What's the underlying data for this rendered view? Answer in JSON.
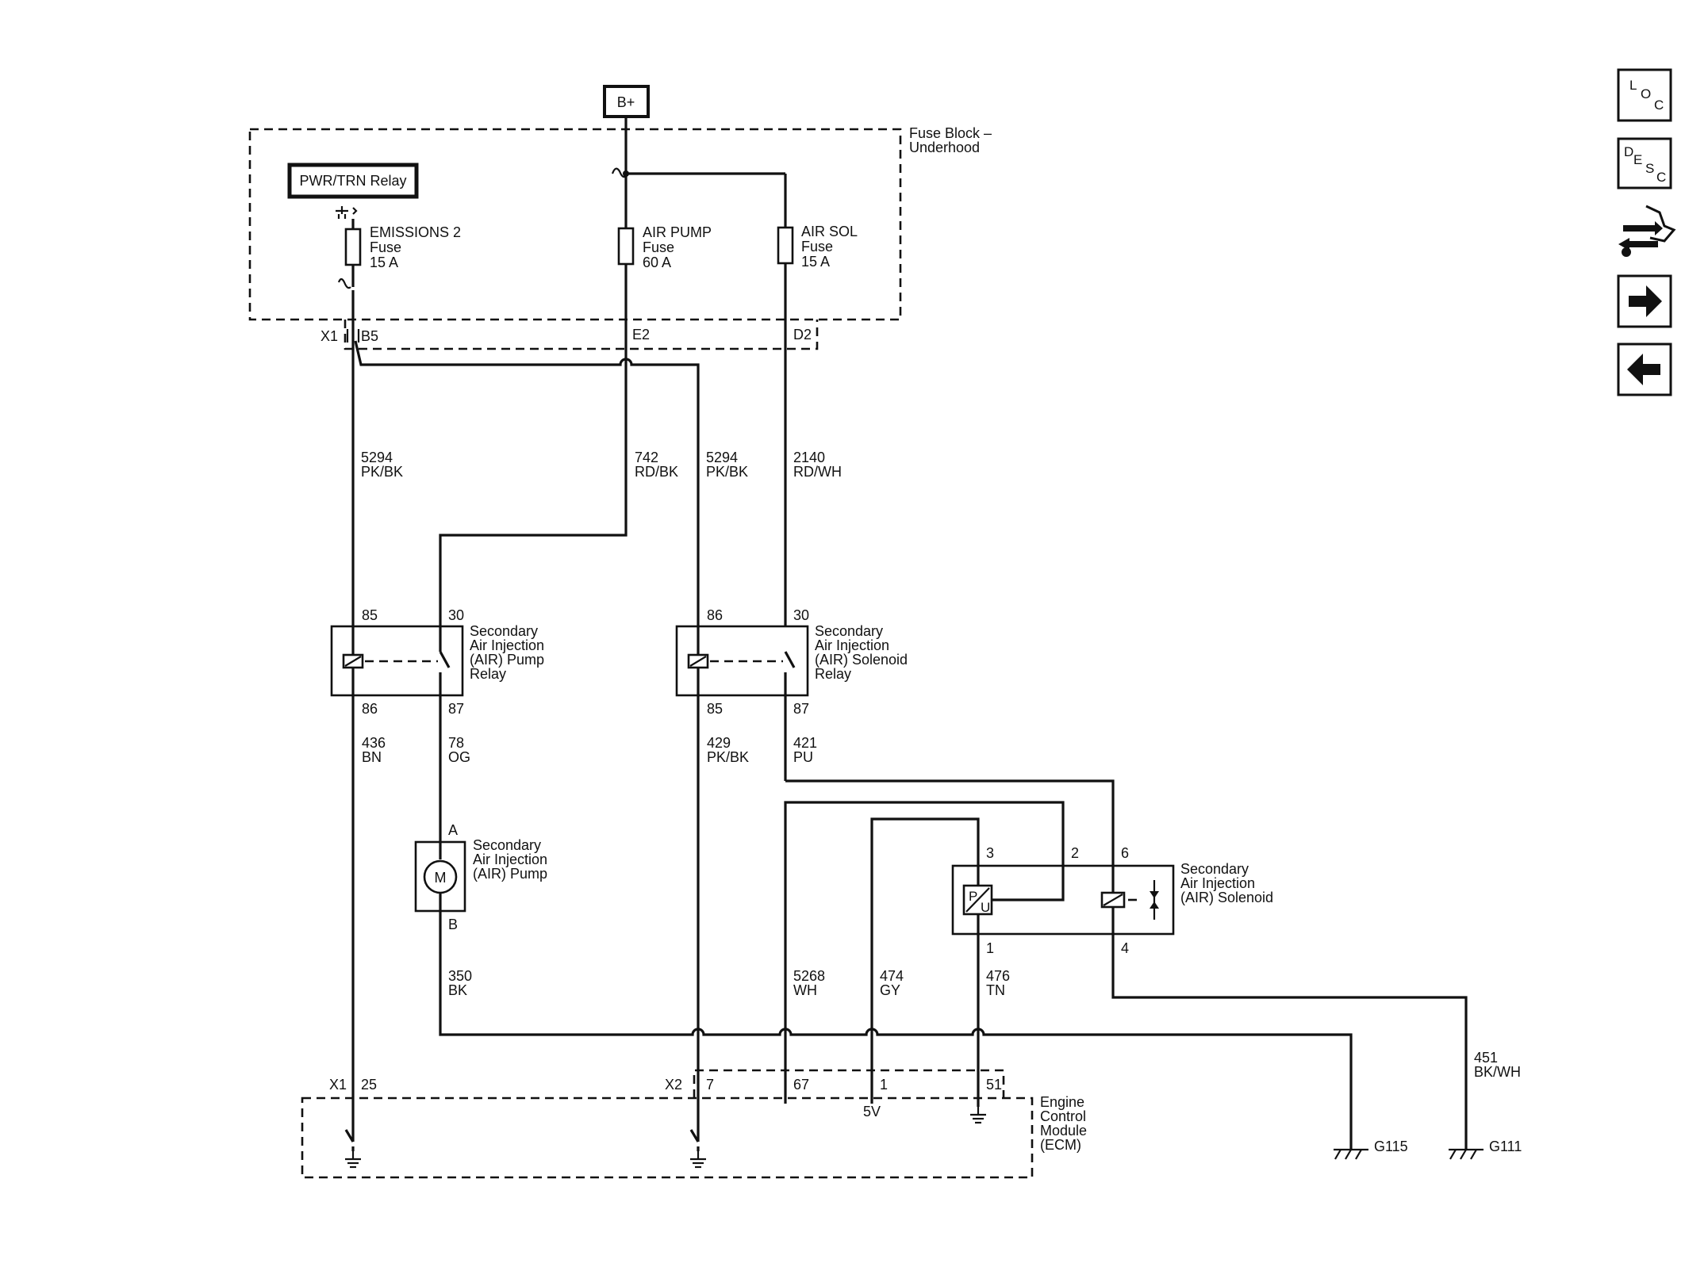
{
  "source_terminal": "B+",
  "fuse_block": {
    "title_line1": "Fuse Block –",
    "title_line2": "Underhood"
  },
  "pwr_relay": "PWR/TRN Relay",
  "fuses": [
    {
      "name": "EMISSIONS 2",
      "type": "Fuse",
      "rating": "15 A"
    },
    {
      "name": "AIR PUMP",
      "type": "Fuse",
      "rating": "60 A"
    },
    {
      "name": "AIR SOL",
      "type": "Fuse",
      "rating": "15 A"
    }
  ],
  "fuse_block_connector": {
    "name": "X1",
    "pins": [
      "B5",
      "E2",
      "D2"
    ]
  },
  "wires": {
    "w5294a": {
      "circuit": "5294",
      "color": "PK/BK"
    },
    "w742": {
      "circuit": "742",
      "color": "RD/BK"
    },
    "w5294b": {
      "circuit": "5294",
      "color": "PK/BK"
    },
    "w2140": {
      "circuit": "2140",
      "color": "RD/WH"
    },
    "w436": {
      "circuit": "436",
      "color": "BN"
    },
    "w78": {
      "circuit": "78",
      "color": "OG"
    },
    "w429": {
      "circuit": "429",
      "color": "PK/BK"
    },
    "w421": {
      "circuit": "421",
      "color": "PU"
    },
    "w350": {
      "circuit": "350",
      "color": "BK"
    },
    "w5268": {
      "circuit": "5268",
      "color": "WH"
    },
    "w474": {
      "circuit": "474",
      "color": "GY"
    },
    "w476": {
      "circuit": "476",
      "color": "TN"
    },
    "w451": {
      "circuit": "451",
      "color": "BK/WH"
    }
  },
  "pump_relay": {
    "label": [
      "Secondary",
      "Air Injection",
      "(AIR) Pump",
      "Relay"
    ],
    "pins": {
      "top_left": "85",
      "top_right": "30",
      "bottom_left": "86",
      "bottom_right": "87"
    }
  },
  "solenoid_relay": {
    "label": [
      "Secondary",
      "Air Injection",
      "(AIR) Solenoid",
      "Relay"
    ],
    "pins": {
      "top_left": "86",
      "top_right": "30",
      "bottom_left": "85",
      "bottom_right": "87"
    }
  },
  "pump": {
    "label": [
      "Secondary",
      "Air Injection",
      "(AIR) Pump"
    ],
    "pin_top": "A",
    "pin_bottom": "B",
    "motor_symbol": "M"
  },
  "solenoid": {
    "label": [
      "Secondary",
      "Air Injection",
      "(AIR) Solenoid"
    ],
    "pins": {
      "p3": "3",
      "p2": "2",
      "p6": "6",
      "p1": "1",
      "p4": "4"
    },
    "sensor_p": "P",
    "sensor_u": "U"
  },
  "ecm": {
    "label": [
      "Engine",
      "Control",
      "Module",
      "(ECM)"
    ],
    "x1_name": "X1",
    "x1_pin": "25",
    "x2_name": "X2",
    "x2_pins": [
      "7",
      "67",
      "1",
      "51"
    ],
    "five_v": "5V"
  },
  "grounds": [
    "G115",
    "G111"
  ],
  "nav": {
    "loc": {
      "l": "L",
      "o": "O",
      "c": "C"
    },
    "desc": {
      "d": "D",
      "e": "E",
      "s": "S",
      "c": "C"
    },
    "icons": [
      "connector-tool-icon",
      "arrow-right-icon",
      "arrow-left-icon"
    ]
  }
}
